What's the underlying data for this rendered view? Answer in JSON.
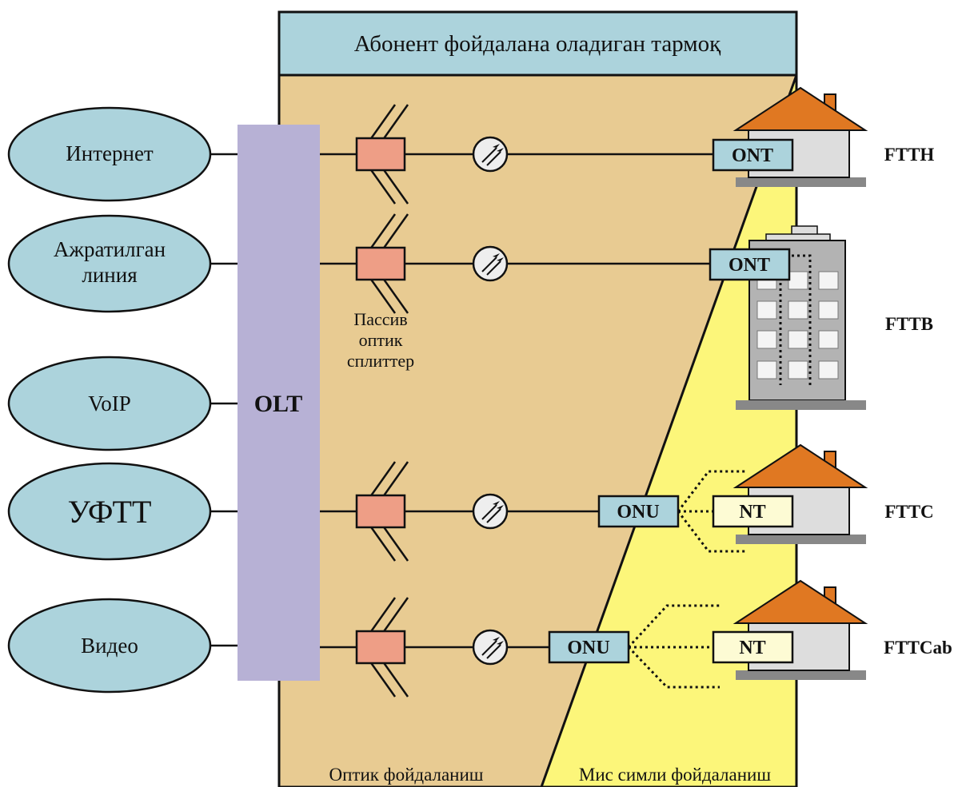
{
  "header": {
    "title": "Абонент фойдалана оладиган тармоқ"
  },
  "services": [
    "Интернет",
    "Ажратилган|линия",
    "VoIP",
    "УФТТ",
    "Видео"
  ],
  "olt_label": "OLT",
  "splitter_label": "Пассив|оптик|сплиттер",
  "devices": {
    "ont_label": "ONT",
    "onu_label": "ONU",
    "nt_label": "NT"
  },
  "scenarios": [
    "FTTH",
    "FTTB",
    "FTTC",
    "FTTCab"
  ],
  "zones": {
    "optical": "Оптик фойдаланиш",
    "copper": "Мис симли фойдаланиш"
  },
  "colors": {
    "header": "#acd3dc",
    "optical_zone": "#e8cb92",
    "copper_zone": "#fcf67a",
    "service_oval": "#acd3dc",
    "olt": "#b7b1d5",
    "splitter": "#ee9e86",
    "roof": "#e07822",
    "device_box": "#acd3dc",
    "nt_box": "#fdfbd4"
  }
}
